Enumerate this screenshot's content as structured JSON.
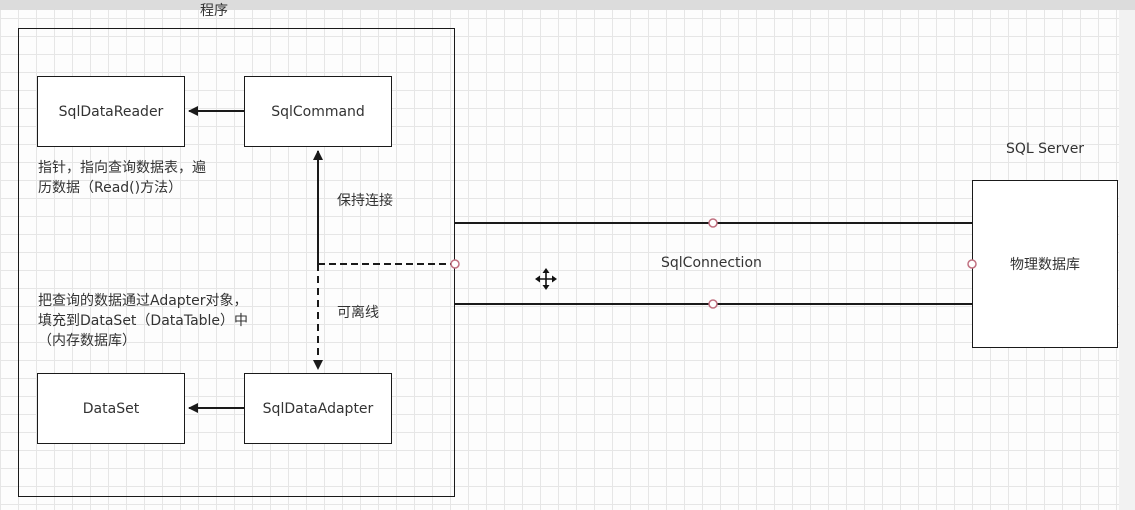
{
  "program_title": "程序",
  "server_title": "SQL Server",
  "nodes": {
    "sql_data_reader": "SqlDataReader",
    "sql_command": "SqlCommand",
    "sql_data_adapter": "SqlDataAdapter",
    "data_set": "DataSet",
    "physical_db": "物理数据库"
  },
  "notes": {
    "reader_note_line1": "指针，指向查询数据表，遍",
    "reader_note_line2": "历数据（Read()方法）",
    "adapter_note_line1": "把查询的数据通过Adapter对象，",
    "adapter_note_line2": "填充到DataSet（DataTable）中",
    "adapter_note_line3": "（内存数据库）"
  },
  "edge_labels": {
    "keep_connected": "保持连接",
    "offline": "可离线",
    "connection": "SqlConnection"
  },
  "colors": {
    "stroke": "#1a1a1a",
    "text": "#333333",
    "grid": "#e6e6e6",
    "handle": "#c07080"
  },
  "icons": {
    "cursor": "move-cursor-icon"
  }
}
